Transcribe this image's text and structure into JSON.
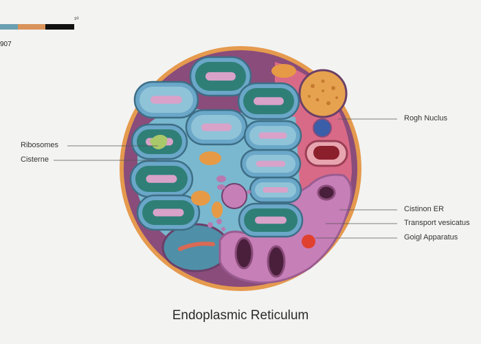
{
  "title": "Endoplasmic Reticulum",
  "scale_bar": {
    "top_label": "¹⁰",
    "side_label": "907"
  },
  "labels": {
    "ribosomes": "Ribosomes",
    "cisterne": "Cisterne",
    "rough_nucleus": "Rogh Nuclus",
    "cistinon_er": "Cistinon ER",
    "transport_vesicatus": "Transport vesicatus",
    "golgi_apparatus": "Goigl Apparatus"
  },
  "colors": {
    "background": "#f3f3f2",
    "cell_rim": "#e59a4e",
    "cell_membrane": "#8a4c7a",
    "cytoplasm": "#7ab8cf",
    "cisterna_outer": "#6aa7c8",
    "cisterna_inner": "#2f7f77",
    "cisterna_core": "#d9a2c8",
    "nucleus": "#e6a24e",
    "golgi": "#c77fb8",
    "er_pink": "#d96a87"
  }
}
